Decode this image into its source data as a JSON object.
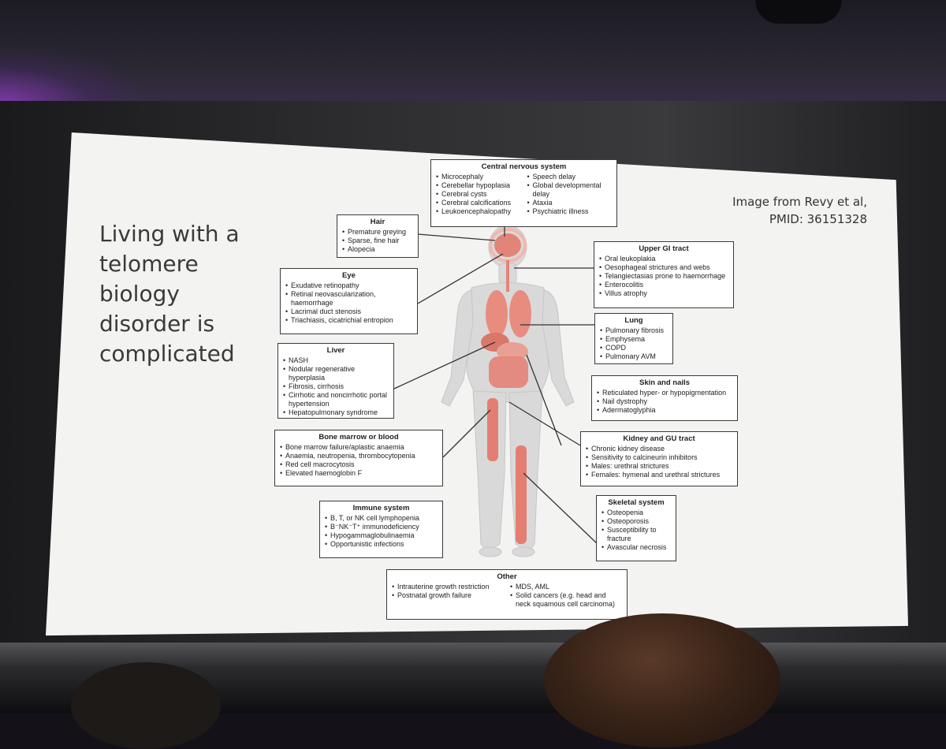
{
  "slide": {
    "title_lines": [
      "Living with a",
      "telomere",
      "biology",
      "disorder is",
      "complicated"
    ],
    "credit_lines": [
      "Image from Revy et al,",
      "PMID: 36151328"
    ]
  },
  "boxes": {
    "cns": {
      "title": "Central nervous system",
      "col1": [
        "Microcephaly",
        "Cerebellar hypoplasia",
        "Cerebral cysts",
        "Cerebral calcifications",
        "Leukoencephalopathy"
      ],
      "col2": [
        "Speech delay",
        "Global developmental delay",
        "Ataxia",
        "Psychiatric illness"
      ]
    },
    "hair": {
      "title": "Hair",
      "items": [
        "Premature greying",
        "Sparse, fine hair",
        "Alopecia"
      ]
    },
    "eye": {
      "title": "Eye",
      "items": [
        "Exudative retinopathy",
        "Retinal neovascularization, haemorrhage",
        "Lacrimal duct stenosis",
        "Triachiasis, cicatrichial entropion"
      ]
    },
    "upper_gi": {
      "title": "Upper GI tract",
      "items": [
        "Oral leukoplakia",
        "Oesophageal strictures and webs",
        "Telangiectasias prone to haemorrhage",
        "Enterocolitis",
        "Villus atrophy"
      ]
    },
    "lung": {
      "title": "Lung",
      "items": [
        "Pulmonary fibrosis",
        "Emphysema",
        "COPD",
        "Pulmonary AVM"
      ]
    },
    "liver": {
      "title": "Liver",
      "items": [
        "NASH",
        "Nodular regenerative hyperplasia",
        "Fibrosis, cirrhosis",
        "Cirrhotic and noncirrhotic portal hypertension",
        "Hepatopulmonary syndrome"
      ]
    },
    "skin": {
      "title": "Skin and nails",
      "items": [
        "Reticulated hyper- or hypopigmentation",
        "Nail dystrophy",
        "Adermatoglyphia"
      ]
    },
    "marrow": {
      "title": "Bone marrow or blood",
      "items": [
        "Bone marrow failure/aplastic anaemia",
        "Anaemia, neutropenia, thrombocytopenia",
        "Red cell macrocytosis",
        "Elevated haemoglobin F"
      ]
    },
    "kidney": {
      "title": "Kidney and GU tract",
      "items": [
        "Chronic kidney disease",
        "Sensitivity to calcineurin inhibitors",
        "Males: urethral strictures",
        "Females: hymenal and urethral strictures"
      ]
    },
    "immune": {
      "title": "Immune system",
      "items": [
        "B, T, or NK cell lymphopenia",
        "B⁻NK⁻T⁺ immunodeficiency",
        "Hypogammaglobulinaemia",
        "Opportunistic infections"
      ]
    },
    "skeletal": {
      "title": "Skeletal system",
      "items": [
        "Osteopenia",
        "Osteoporosis",
        "Susceptibility to fracture",
        "Avascular necrosis"
      ]
    },
    "other": {
      "title": "Other",
      "col1": [
        "Intrauterine growth restriction",
        "Postnatal growth failure"
      ],
      "col2": [
        "MDS, AML",
        "Solid cancers (e.g. head and neck squamous cell carcinoma)"
      ]
    }
  }
}
